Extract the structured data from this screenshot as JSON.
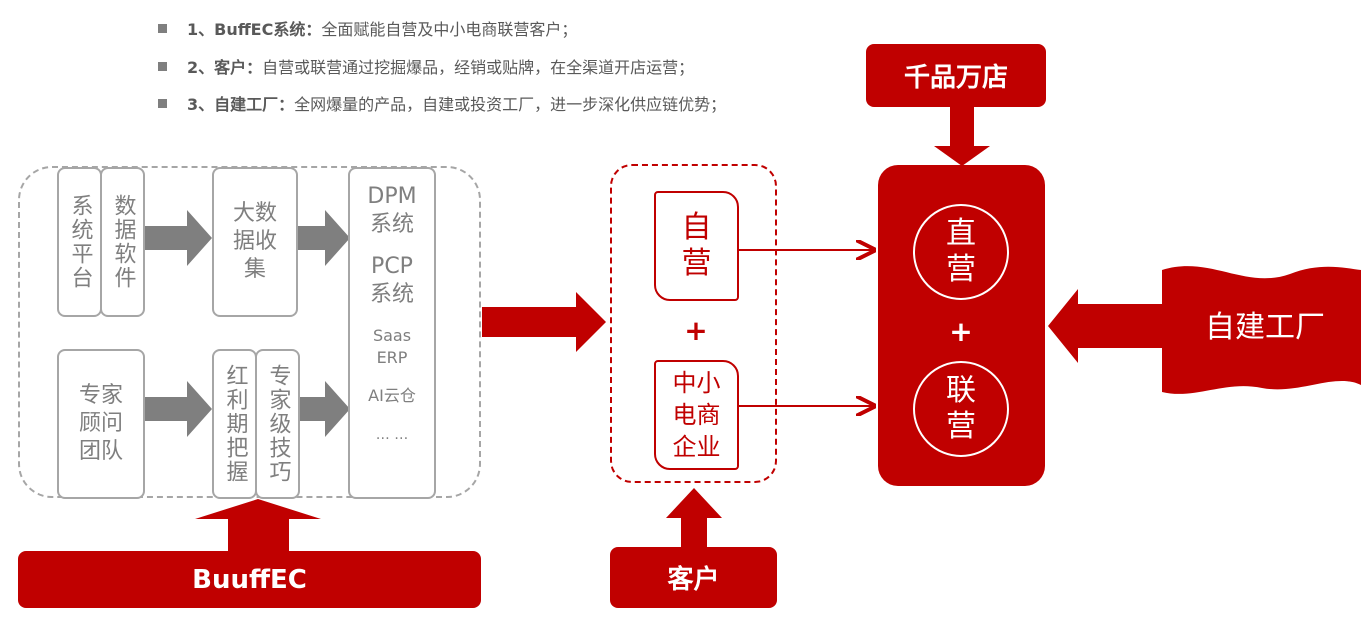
{
  "bullets": [
    {
      "bold": "1、BuffEC系统：",
      "text": "全面赋能自营及中小电商联营客户；"
    },
    {
      "bold": "2、客户：",
      "text": "自营或联营通过挖掘爆品，经销或贴牌，在全渠道开店运营；"
    },
    {
      "bold": "3、自建工厂：",
      "text": "全网爆量的产品，自建或投资工厂，进一步深化供应链优势；"
    }
  ],
  "left": {
    "sys_platform": "系统平台",
    "data_software": "数据软件",
    "big_data": "大数据收集",
    "experts_team": "专家顾问团队",
    "dividend": "红利期把握",
    "expert_skill": "专家级技巧",
    "systems": {
      "dpm": "DPM系统",
      "pcp": "PCP系统",
      "saas": "Saas ERP",
      "ai": "AI云仓",
      "more": "… …"
    },
    "bar_label": "BuuffEC"
  },
  "middle": {
    "self": "自营",
    "plus": "+",
    "sme": "中小电商企业",
    "bar_label": "客户"
  },
  "right": {
    "top_label": "千品万店",
    "direct": "直营",
    "plus": "+",
    "joint": "联营",
    "factory": "自建工厂"
  },
  "colors": {
    "accent": "#c00000",
    "gray": "#a6a6a6",
    "gray_arrow": "#7f7f7f"
  }
}
